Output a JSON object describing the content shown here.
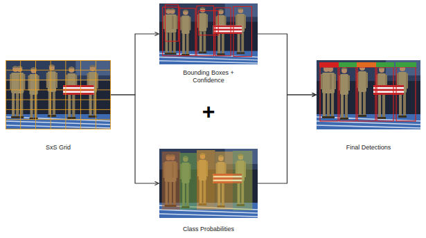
{
  "diagram": {
    "nodes": [
      {
        "text": [
          "SxS Grid"
        ]
      },
      {
        "text": [
          "Bounding Boxes + Confidence"
        ]
      },
      {
        "text": [
          "Class Probabilities"
        ]
      },
      {
        "text": [
          "Final Detections"
        ]
      }
    ],
    "edges": [
      {
        "from": 0,
        "to": 1,
        "arrow": "to"
      },
      {
        "from": 0,
        "to": 2,
        "arrow": "to"
      },
      {
        "from": 1,
        "to": 3,
        "arrow": "to"
      },
      {
        "from": 2,
        "to": 3,
        "arrow": "to"
      }
    ],
    "labels": [
      "+"
    ]
  }
}
